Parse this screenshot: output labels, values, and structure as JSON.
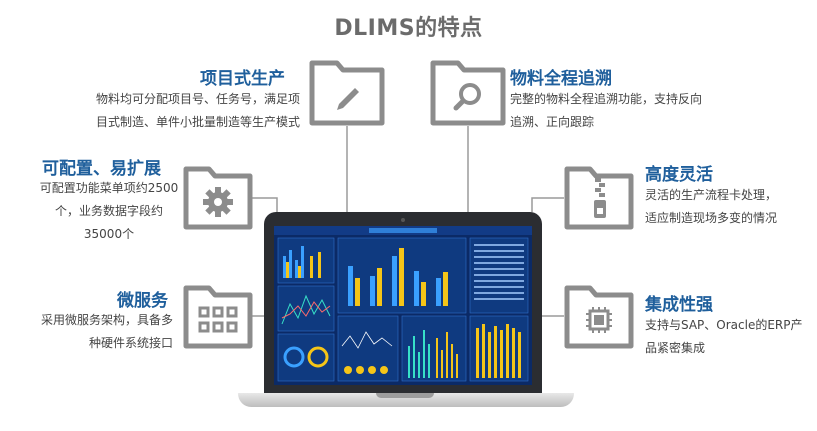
{
  "title": "DLIMS的特点",
  "features": {
    "project": {
      "title": "项目式生产",
      "lines": [
        "物料均可分配项目号、任务号，满足项",
        "目式制造、单件小批量制造等生产模式"
      ],
      "icon": "pencil-icon"
    },
    "config": {
      "title": "可配置、易扩展",
      "lines": [
        "可配置功能菜单项约2500",
        "个，业务数据字段约",
        "35000个"
      ],
      "icon": "gear-icon"
    },
    "micro": {
      "title": "微服务",
      "lines": [
        "采用微服务架构，具备多",
        "种硬件系统接口"
      ],
      "icon": "grid-icon"
    },
    "trace": {
      "title": "物料全程追溯",
      "lines": [
        "完整的物料全程追溯功能，支持反向",
        "追溯、正向跟踪"
      ],
      "icon": "magnifier-icon"
    },
    "flex": {
      "title": "高度灵活",
      "lines": [
        "灵活的生产流程卡处理，",
        "适应制造现场多变的情况"
      ],
      "icon": "zipper-icon"
    },
    "integ": {
      "title": "集成性强",
      "lines": [
        "支持与SAP、Oracle的ERP产",
        "品紧密集成"
      ],
      "icon": "chip-icon"
    }
  },
  "colors": {
    "title": "#6b6b6b",
    "feature_title": "#1f5f9c",
    "folder": "#8c8c8c",
    "connector": "#9a9a9a",
    "screen_bg": "#0b2a66"
  }
}
